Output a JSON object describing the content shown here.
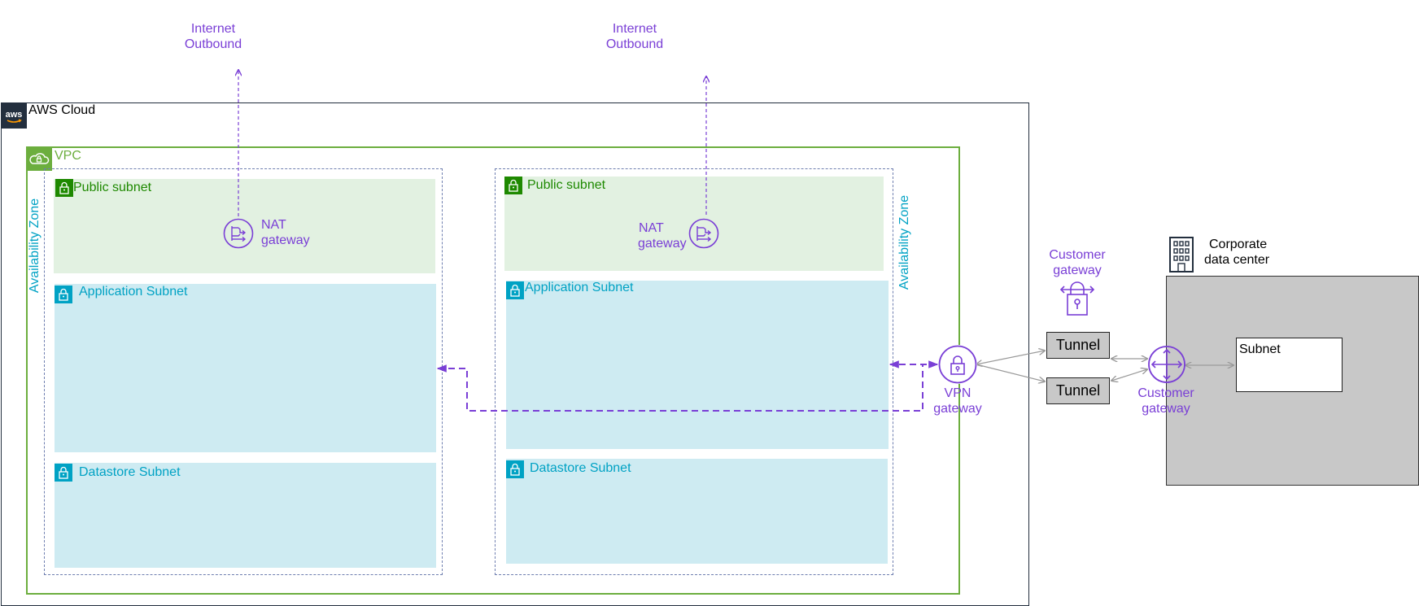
{
  "internet_outbound_left": [
    "Internet",
    "Outbound"
  ],
  "internet_outbound_right": [
    "Internet",
    "Outbound"
  ],
  "aws_cloud": {
    "title": "AWS Cloud",
    "logo_text": "aws"
  },
  "vpc": {
    "title": "VPC"
  },
  "availability_zones": [
    {
      "label": "Availability Zone",
      "public_subnet": "Public subnet",
      "nat_gateway": [
        "NAT",
        "gateway"
      ],
      "application_subnet": "Application Subnet",
      "datastore_subnet": "Datastore Subnet"
    },
    {
      "label": "Availability Zone",
      "public_subnet": "Public subnet",
      "nat_gateway": [
        "NAT",
        "gateway"
      ],
      "application_subnet": "Application Subnet",
      "datastore_subnet": "Datastore Subnet"
    }
  ],
  "vpn_gateway": [
    "VPN",
    "gateway"
  ],
  "customer_gateway_top": [
    "Customer",
    "gateway"
  ],
  "tunnels": [
    "Tunnel",
    "Tunnel"
  ],
  "customer_gateway_router": [
    "Customer",
    "gateway"
  ],
  "corporate_data_center": [
    "Corporate",
    "data center"
  ],
  "corp_subnet": "Subnet",
  "colors": {
    "purple": "#7a3fd6",
    "vpc_green": "#6cae3e",
    "public_subnet_bg": "#e2f1e1",
    "public_subnet_text": "#1e8900",
    "private_subnet_bg": "#ceebf2",
    "private_subnet_text": "#00a2c4",
    "aws_navy": "#232f3e",
    "corporate_gray": "#c8c8c8"
  },
  "icons": [
    "aws-logo-icon",
    "vpc-cloud-icon",
    "lock-icon",
    "nat-gateway-icon",
    "vpn-gateway-icon",
    "customer-gateway-icon",
    "router-icon",
    "building-icon"
  ]
}
